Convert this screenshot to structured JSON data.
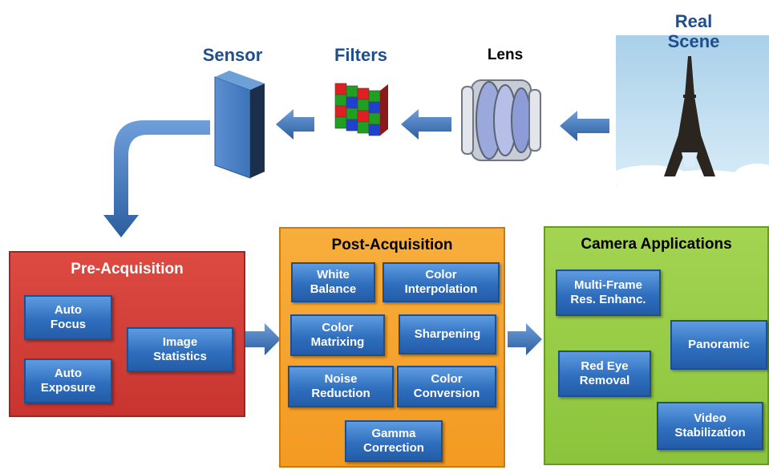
{
  "stages": {
    "sensor": "Sensor",
    "filters": "Filters",
    "lens": "Lens",
    "scene": "Real\nScene"
  },
  "panels": {
    "pre": {
      "title": "Pre-Acquisition",
      "blocks": [
        "Auto\nFocus",
        "Auto\nExposure",
        "Image\nStatistics"
      ]
    },
    "post": {
      "title": "Post-Acquisition",
      "blocks": [
        "White\nBalance",
        "Color\nInterpolation",
        "Color\nMatrixing",
        "Sharpening",
        "Noise\nReduction",
        "Color\nConversion",
        "Gamma\nCorrection"
      ]
    },
    "apps": {
      "title": "Camera Applications",
      "blocks": [
        "Multi-Frame\nRes. Enhanc.",
        "Panoramic",
        "Red Eye\nRemoval",
        "Video\nStabilization"
      ]
    }
  },
  "colors": {
    "pre_panel": "#d23b35",
    "post_panel": "#f6a32e",
    "apps_panel": "#97cd46",
    "block": "#2f6fbe",
    "arrow": "#2e63a6",
    "label": "#1f4e8c"
  },
  "icons": [
    "sensor-icon",
    "bayer-filter-icon",
    "lens-icon",
    "eiffel-tower-icon",
    "arrow-left-icon",
    "arrow-right-icon",
    "arrow-down-curved-icon"
  ]
}
